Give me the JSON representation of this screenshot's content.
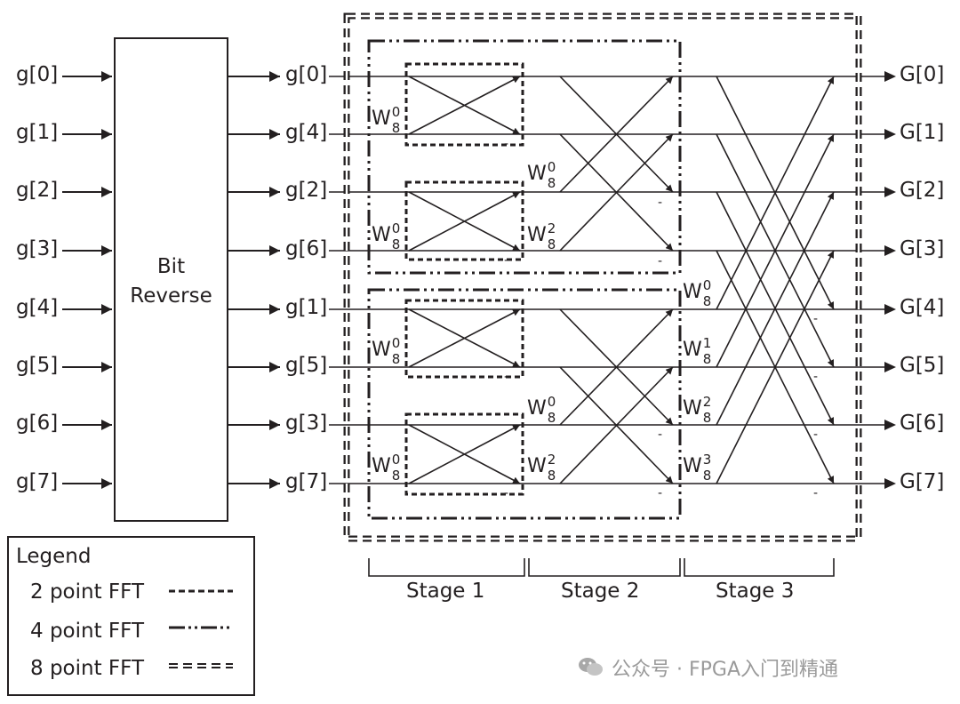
{
  "inputs": [
    "g[0]",
    "g[1]",
    "g[2]",
    "g[3]",
    "g[4]",
    "g[5]",
    "g[6]",
    "g[7]"
  ],
  "bit_reverse": {
    "line1": "Bit",
    "line2": "Reverse"
  },
  "reordered": [
    "g[0]",
    "g[4]",
    "g[2]",
    "g[6]",
    "g[1]",
    "g[5]",
    "g[3]",
    "g[7]"
  ],
  "outputs": [
    "G[0]",
    "G[1]",
    "G[2]",
    "G[3]",
    "G[4]",
    "G[5]",
    "G[6]",
    "G[7]"
  ],
  "twiddles": {
    "base": "W",
    "subscript": "8",
    "stage1": [
      "0",
      "0",
      "0",
      "0"
    ],
    "stage2": [
      "0",
      "2",
      "0",
      "2"
    ],
    "stage3": [
      "0",
      "1",
      "2",
      "3"
    ]
  },
  "negation_mark": "-",
  "stages": [
    "Stage 1",
    "Stage 2",
    "Stage 3"
  ],
  "legend": {
    "title": "Legend",
    "items": [
      "2 point FFT",
      "4 point FFT",
      "8 point FFT"
    ]
  },
  "watermark": "公众号 · FPGA入门到精通",
  "colors": {
    "ink": "#231f20",
    "watermark": "#9a9a9a"
  }
}
